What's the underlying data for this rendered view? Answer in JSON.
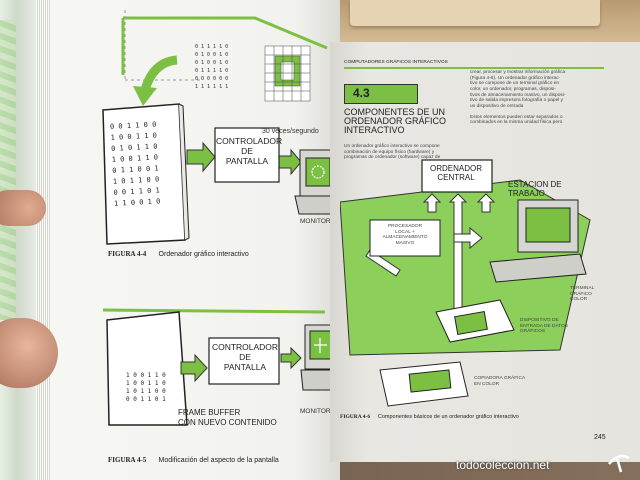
{
  "left_page": {
    "figure_4_4": {
      "controller_line1": "CONTROLADOR",
      "controller_line2": "DE",
      "controller_line3": "PANTALLA",
      "rate": "30 veces/segundo",
      "monitor": "MONITOR",
      "caption_label": "FIGURA 4-4",
      "caption_text": "Ordenador gráfico interactivo",
      "memory_bits": [
        "0 0 1 1 0 0",
        "1 0 0 1 1 0",
        "0 1 0 1 1 0",
        "1 0 0 1 1 0",
        "0 1 1 0 0 1",
        "1 0 1 1 0 0",
        "0 0 1 1 0 1",
        "1 1 0 0 1 0"
      ]
    },
    "figure_4_5": {
      "controller_line1": "CONTROLADOR",
      "controller_line2": "DE",
      "controller_line3": "PANTALLA",
      "frame_buffer_line1": "FRAME BUFFER",
      "frame_buffer_line2": "CON NUEVO CONTENIDO",
      "monitor": "MONITOR",
      "caption_label": "FIGURA 4-5",
      "caption_text": "Modificación del aspecto de la pantalla"
    }
  },
  "right_page": {
    "header": "COMPUTADORES GRÁFICOS INTERACTIVOS",
    "section_number": "4.3",
    "section_title_line1": "COMPONENTES DE UN",
    "section_title_line2": "ORDENADOR GRÁFICO",
    "section_title_line3": "INTERACTIVO",
    "body_right_top": [
      "crear, procesar y mostrar información gráfica",
      "(Figura 4-6). Un ordenador gráfico interac-",
      "tivo se compone de un terminal gráfico en",
      "color, un ordenador, programas, disposi-",
      "tivos de almacenamiento masivo, un disposi-",
      "tivo de salida impresora fotografía o papel y",
      "un dispositivo de entrada"
    ],
    "body_left": [
      "Un ordenador gráfico interactivo se compone",
      "combinación de equipo físico (hardware) y",
      "programas de ordenador (software) capaz de"
    ],
    "body_right_second": [
      "Estos elementos pueden estar separados o",
      "combinados en la misma unidad física pero"
    ],
    "diagram": {
      "central_line1": "ORDENADOR",
      "central_line2": "CENTRAL",
      "station_line1": "ESTACION DE",
      "station_line2": "TRABAJO",
      "local_box": [
        "PROCESADOR",
        "LOCAL +",
        "ALMACENAMIENTO",
        "MASIVO"
      ],
      "terminal_label": [
        "TERMINAL",
        "GRÁFICO",
        "COLOR"
      ],
      "input_label": [
        "DISPOSITIVO DE",
        "ENTRADA DE DATOS",
        "GRÁFICOS"
      ],
      "copier_label": [
        "COPIADORA GRÁFICA",
        "EN COLOR"
      ]
    },
    "caption_label": "FIGURA 4-6",
    "caption_text": "Componentes básicos de un ordenador gráfico interactivo",
    "page_number": "245"
  },
  "watermark": "todocoleccion.net",
  "colors": {
    "accent_green": "#7bc043",
    "page_white": "#f4f4f1",
    "right_page": "#e9e7e2",
    "monitor_gray": "#d6d6d2"
  }
}
